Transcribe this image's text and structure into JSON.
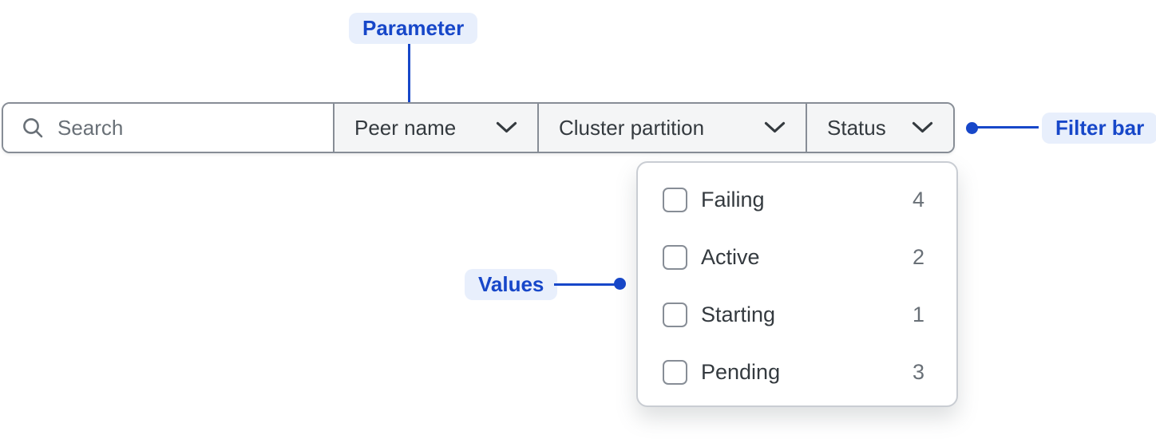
{
  "colors": {
    "accent_blue": "#1747C9",
    "badge_background": "#E8EFFC",
    "bar_border_gray": "#878D96",
    "segment_background": "#F4F5F6",
    "text_dark": "#343A3F",
    "text_gray": "#697077",
    "panel_border": "#C9CDD3"
  },
  "callouts": {
    "parameter": "Parameter",
    "filter_bar": "Filter bar",
    "values": "Values"
  },
  "filter_bar": {
    "search": {
      "placeholder": "Search",
      "value": "",
      "icon": "search-icon"
    },
    "dropdowns": [
      {
        "label": "Peer name",
        "icon": "chevron-down-icon",
        "open": false
      },
      {
        "label": "Cluster partition",
        "icon": "chevron-down-icon",
        "open": false
      },
      {
        "label": "Status",
        "icon": "chevron-down-icon",
        "open": true
      }
    ]
  },
  "status_dropdown": {
    "items": [
      {
        "label": "Failing",
        "count": 4,
        "checked": false
      },
      {
        "label": "Active",
        "count": 2,
        "checked": false
      },
      {
        "label": "Starting",
        "count": 1,
        "checked": false
      },
      {
        "label": "Pending",
        "count": 3,
        "checked": false
      }
    ]
  }
}
